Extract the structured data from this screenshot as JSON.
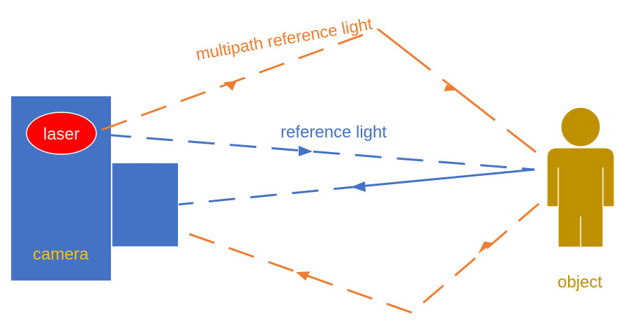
{
  "colors": {
    "camera_blue": "#4472C4",
    "laser_red": "#FF0000",
    "orange": "#ED7D31",
    "blue_beam": "#4472C4",
    "object_gold": "#BF9000",
    "label_yellow": "#FFC000",
    "laser_text": "#F2F2F2"
  },
  "labels": {
    "laser": "laser",
    "camera": "camera",
    "object": "object",
    "reference_light": "reference light",
    "multipath_reference_light": "multipath reference light"
  },
  "icons": {
    "object": "person-icon"
  }
}
